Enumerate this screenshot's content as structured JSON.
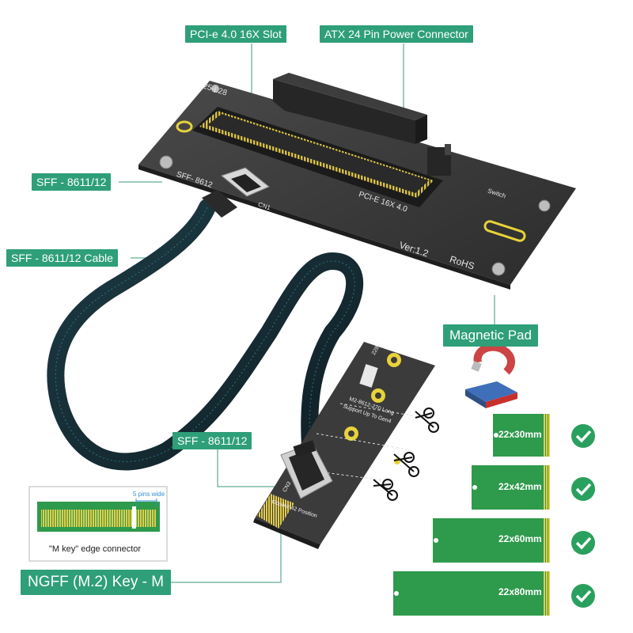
{
  "callouts": {
    "pcie_slot": "PCI-e 4.0 16X Slot",
    "atx_power": "ATX 24 Pin Power Connector",
    "sff_top": "SFF - 8611/12",
    "sff_cable": "SFF - 8611/12 Cable",
    "magnetic_pad": "Magnetic Pad",
    "sff_bottom": "SFF - 8611/12",
    "ngff": "NGFF (M.2) Key - M"
  },
  "board": {
    "model": "25-L28",
    "slot_print": "PCI-E 16X 4.0",
    "version": "Ver:1.2",
    "rohs": "RoHS",
    "switch": "Switch",
    "sff_print": "SFF- 8612",
    "cn": "CN1"
  },
  "m2_card": {
    "model": "M2-8612-270 Long",
    "support": "Support Up To Gen4",
    "oculink": "Oculink 42 Position",
    "size_mark": "2280",
    "cn": "CN3"
  },
  "inset": {
    "caption": "\"M key\" edge connector",
    "pins_note": "5 pins wide"
  },
  "ssd_sizes": [
    {
      "label": "22x30mm",
      "supported": true
    },
    {
      "label": "22x42mm",
      "supported": true
    },
    {
      "label": "22x60mm",
      "supported": true
    },
    {
      "label": "22x80mm",
      "supported": true
    }
  ],
  "colors": {
    "accent": "#2e9f78",
    "check": "#2aa05e",
    "ssd": "#2e9a4c",
    "board": "#3a3a3a",
    "gold": "#d7c23a"
  }
}
